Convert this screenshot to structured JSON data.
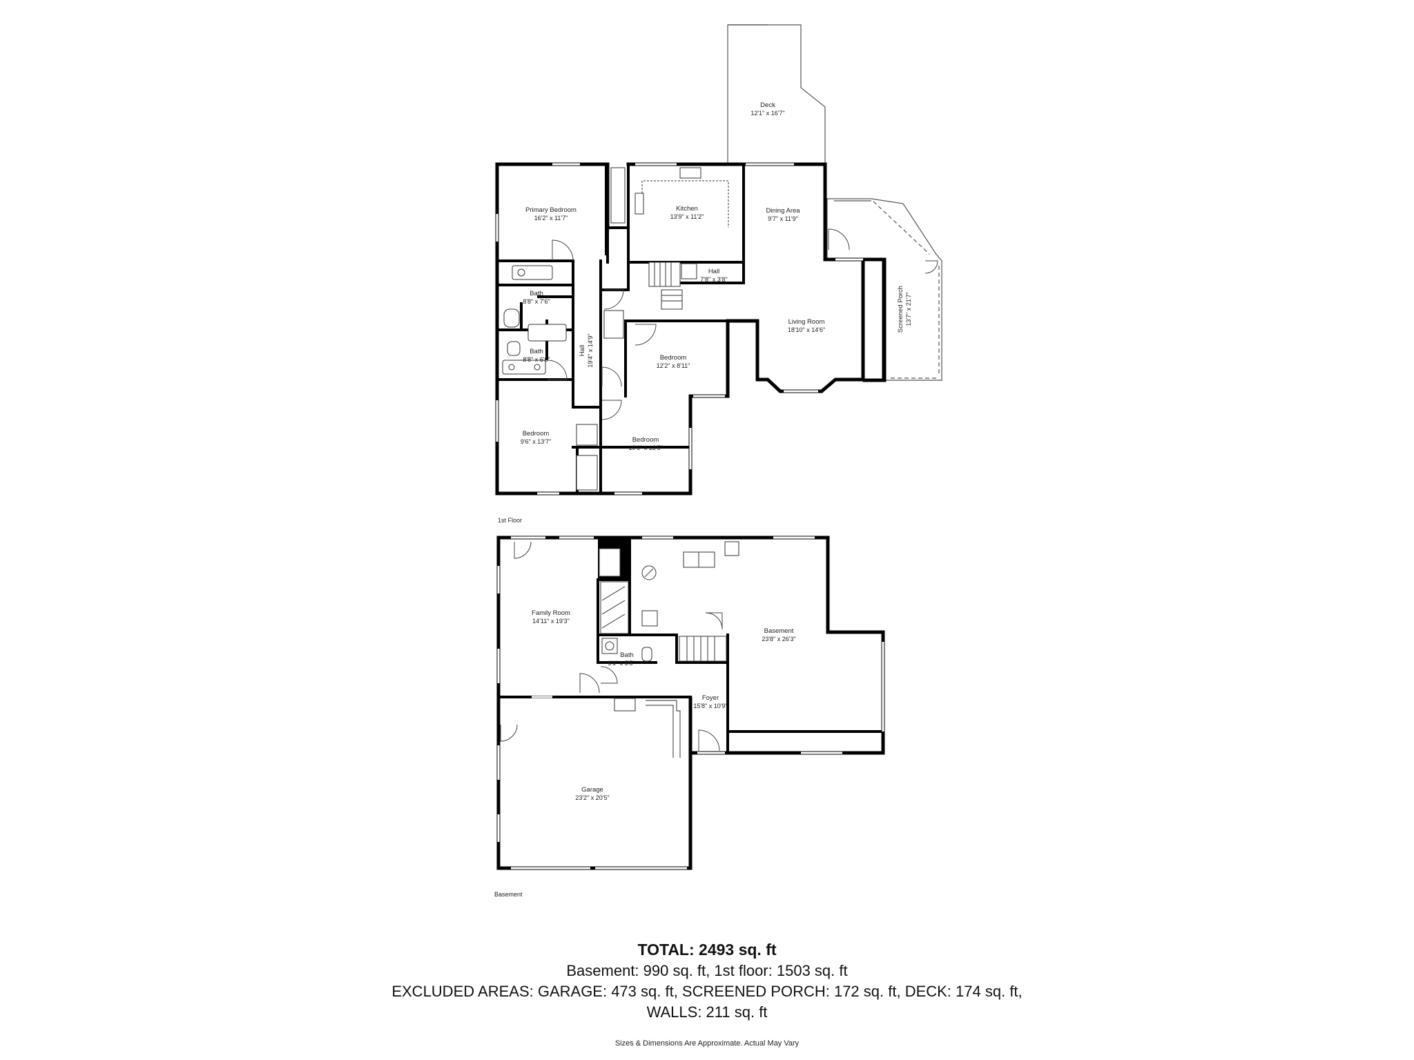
{
  "floors": {
    "first": {
      "label": "1st Floor",
      "rooms": {
        "deck": {
          "name": "Deck",
          "dim": "12'1\" x 16'7\""
        },
        "primary_bedroom": {
          "name": "Primary Bedroom",
          "dim": "16'2\" x 11'7\""
        },
        "kitchen": {
          "name": "Kitchen",
          "dim": "13'9\" x 11'2\""
        },
        "dining": {
          "name": "Dining Area",
          "dim": "9'7\" x 11'9\""
        },
        "hall_small": {
          "name": "Hall",
          "dim": "7'8\" x 3'8\""
        },
        "screened_porch": {
          "name": "Screened Porch",
          "dim": "13'7\" x 21'7\""
        },
        "bath1": {
          "name": "Bath",
          "dim": "8'8\" x 7'6\""
        },
        "living": {
          "name": "Living Room",
          "dim": "18'10\" x 14'6\""
        },
        "hall_long": {
          "name": "Hall",
          "dim": "19'4\" x 14'9\""
        },
        "bath2": {
          "name": "Bath",
          "dim": "8'8\" x 6'6\""
        },
        "bedroom1": {
          "name": "Bedroom",
          "dim": "12'2\" x 8'11\""
        },
        "bedroom2": {
          "name": "Bedroom",
          "dim": "9'6\" x 13'7\""
        },
        "bedroom3": {
          "name": "Bedroom",
          "dim": "10'6\" x 13'5\""
        }
      }
    },
    "basement": {
      "label": "Basement",
      "rooms": {
        "family": {
          "name": "Family Room",
          "dim": "14'11\" x 19'3\""
        },
        "basement": {
          "name": "Basement",
          "dim": "23'8\" x 26'3\""
        },
        "bath": {
          "name": "Bath",
          "dim": "6'1\" x 5'5\""
        },
        "foyer": {
          "name": "Foyer",
          "dim": "15'8\" x 10'9\""
        },
        "garage": {
          "name": "Garage",
          "dim": "23'2\" x 20'5\""
        }
      }
    }
  },
  "summary": {
    "total": "TOTAL: 2493 sq. ft",
    "line1": "Basement: 990 sq. ft, 1st floor: 1503 sq. ft",
    "line2": "EXCLUDED AREAS: GARAGE: 473 sq. ft, SCREENED PORCH: 172 sq. ft, DECK: 174 sq. ft,",
    "line3": "WALLS: 211 sq. ft"
  },
  "disclaimer": "Sizes & Dimensions Are Approximate. Actual May Vary"
}
